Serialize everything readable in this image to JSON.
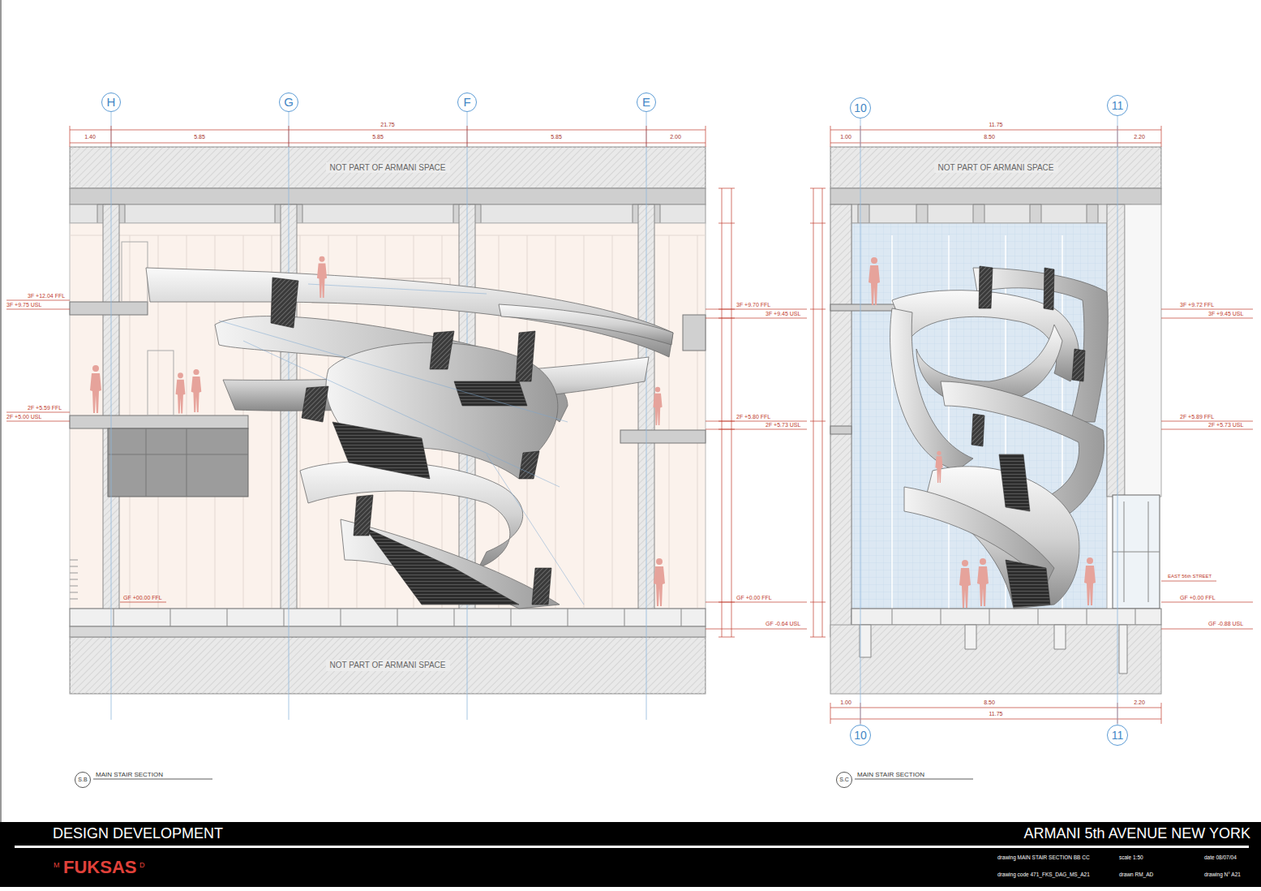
{
  "diagram": {
    "nodes": [
      {
        "text": [
          "H"
        ]
      },
      {
        "text": [
          "G"
        ]
      },
      {
        "text": [
          "F"
        ]
      },
      {
        "text": [
          "E"
        ]
      },
      {
        "text": [
          "10"
        ]
      },
      {
        "text": [
          "11"
        ]
      },
      {
        "text": [
          "NOT PART OF ARMANI SPACE"
        ]
      },
      {
        "text": [
          "NOT PART OF ARMANI SPACE"
        ]
      },
      {
        "text": [
          "NOT PART OF ARMANI SPACE"
        ]
      },
      {
        "text": [
          "10"
        ]
      },
      {
        "text": [
          "11"
        ]
      },
      {
        "text": [
          "S.B"
        ]
      },
      {
        "text": [
          "S.C"
        ]
      },
      {
        "text": [
          "DESIGN DEVELOPMENT",
          "ARMANI 5th AVENUE NEW YORK"
        ]
      }
    ],
    "edges": [
      {
        "from": 4,
        "to": 9,
        "arrow": "none"
      },
      {
        "from": 5,
        "to": 10,
        "arrow": "none"
      }
    ],
    "labels": [
      "21.75",
      "1.40",
      "5.85",
      "5.85",
      "5.85",
      "2.00",
      "11.75",
      "1.00",
      "8.50",
      "2.20",
      "3F +12.04 FFL",
      "3F +9.75 USL",
      "3F +9.70 FFL",
      "3F +9.45 USL",
      "3F +9.72 FFL",
      "3F +9.45 USL",
      "2F +5.59 FFL",
      "2F +5.00 USL",
      "2F +5.80 FFL",
      "2F +5.73 USL",
      "2F +5.89 FFL",
      "2F +5.73 USL",
      "EAST 56th STREET",
      "GF +00.00 FFL",
      "GF +0.00 FFL",
      "GF +0.00 FFL",
      "GF -0.64 USL",
      "GF -0.88 USL",
      "1.00",
      "8.50",
      "2.20",
      "11.75",
      "MAIN STAIR SECTION",
      "MAIN STAIR SECTION",
      "M",
      "FUKSAS",
      "D",
      "drawing MAIN STAIR SECTION BB CC",
      "scale 1:50",
      "date 08/07/04",
      "drawing code 471_FKS_DAG_MS_A21",
      "drawn RM_AD",
      "drawing N° A21"
    ]
  }
}
